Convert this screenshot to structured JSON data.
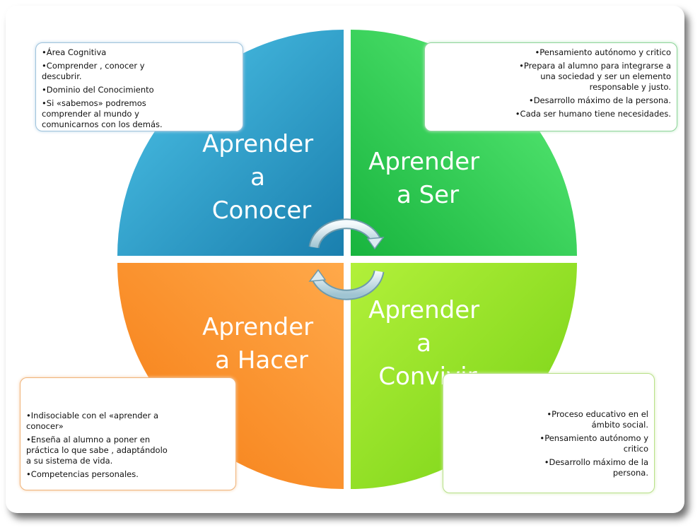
{
  "quadrants": [
    {
      "id": "conocer",
      "lines": [
        "Aprender",
        "a",
        "Conocer"
      ],
      "color": "#2aa3cc"
    },
    {
      "id": "ser",
      "lines": [
        "Aprender",
        "a Ser"
      ],
      "color": "#2ed55a"
    },
    {
      "id": "hacer",
      "lines": [
        "Aprender",
        "a Hacer"
      ],
      "color": "#f78c1a"
    },
    {
      "id": "convivir",
      "lines": [
        "Aprender",
        "a",
        "Convivir"
      ],
      "color": "#8fdf22"
    }
  ],
  "boxes": {
    "conocer": [
      "•Área Cognitiva",
      "•Comprender , conocer y descubrir.",
      "•Dominio del Conocimiento",
      "•Si «sabemos» podremos comprender al mundo y comunicarnos con los demás."
    ],
    "ser": [
      "•Pensamiento autónomo y critico",
      "•Prepara al alumno para integrarse a una sociedad y ser un elemento responsable y justo.",
      "•Desarrollo máximo de la persona.",
      "•Cada ser humano tiene necesidades."
    ],
    "hacer": [
      "•Indisociable con el «aprender a conocer»",
      "•Enseña al alumno a poner en práctica lo que sabe , adaptándolo a su sistema de vida.",
      "•Competencias personales."
    ],
    "convivir": [
      "•Proceso educativo en el ámbito social.",
      "•Pensamiento autónomo y critico",
      "•Desarrollo máximo de la persona."
    ]
  }
}
